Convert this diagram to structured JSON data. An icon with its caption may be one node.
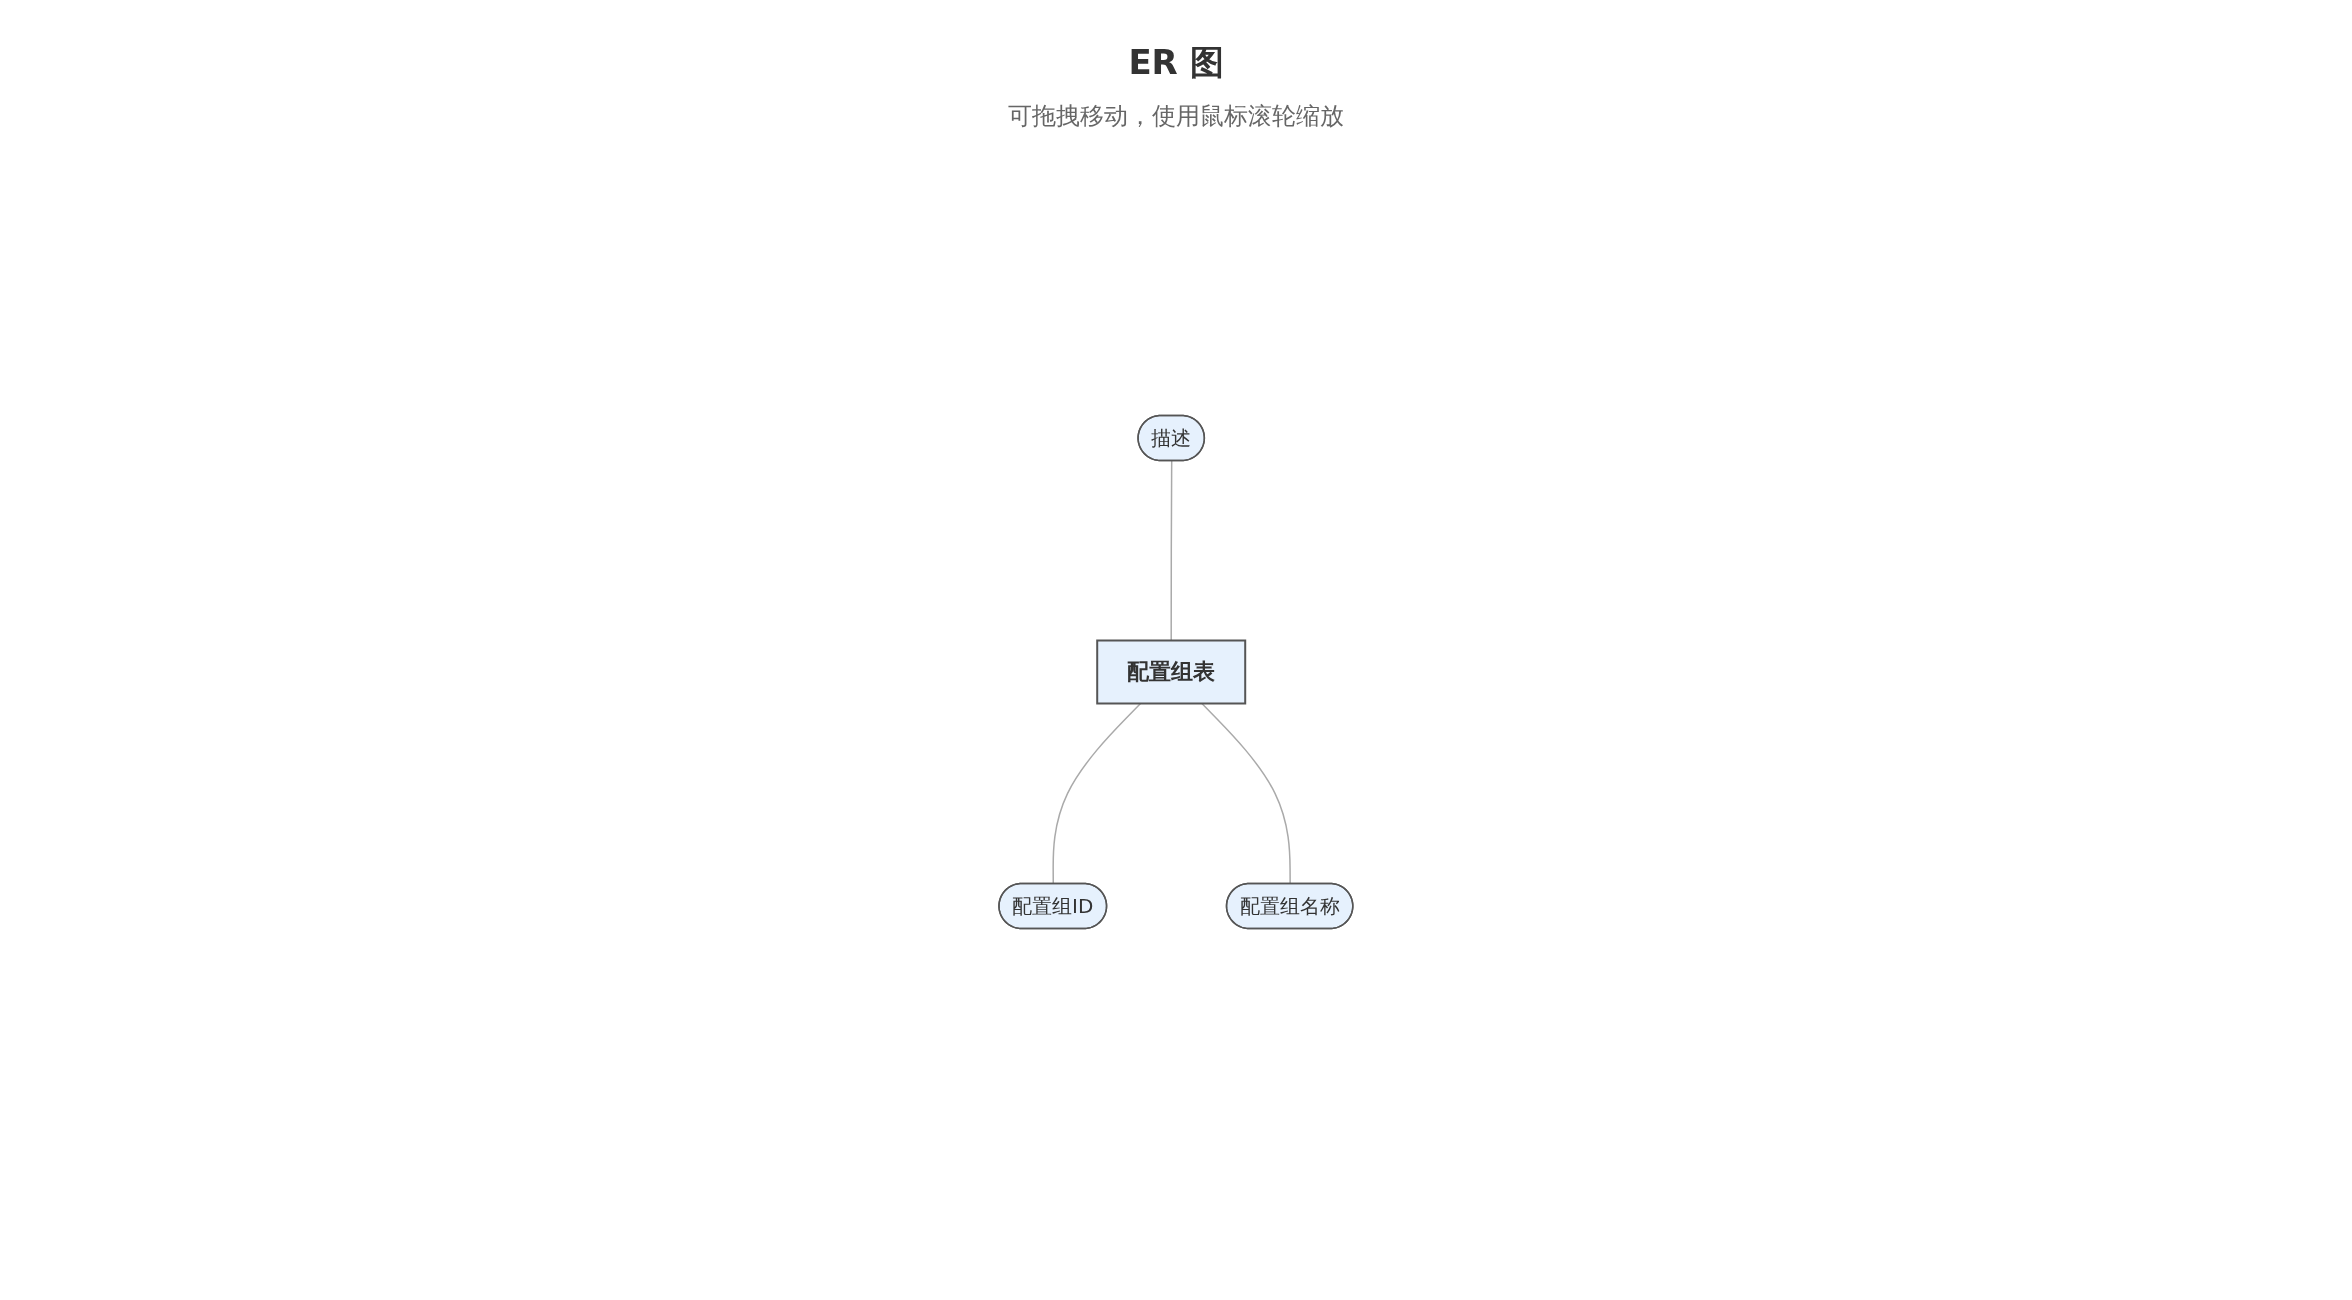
{
  "diagram": {
    "title": "ER 图",
    "caption": "可拖拽移动，使用鼠标滚轮缩放",
    "nodes": [
      {
        "text": [
          "描述"
        ]
      },
      {
        "text": [
          "配置组表"
        ]
      },
      {
        "text": [
          "配置组ID"
        ]
      },
      {
        "text": [
          "配置组名称"
        ]
      }
    ],
    "edges": [
      {
        "from": 0,
        "to": 1,
        "arrow": "none"
      },
      {
        "from": 1,
        "to": 2,
        "arrow": "none"
      },
      {
        "from": 1,
        "to": 3,
        "arrow": "none"
      }
    ]
  }
}
